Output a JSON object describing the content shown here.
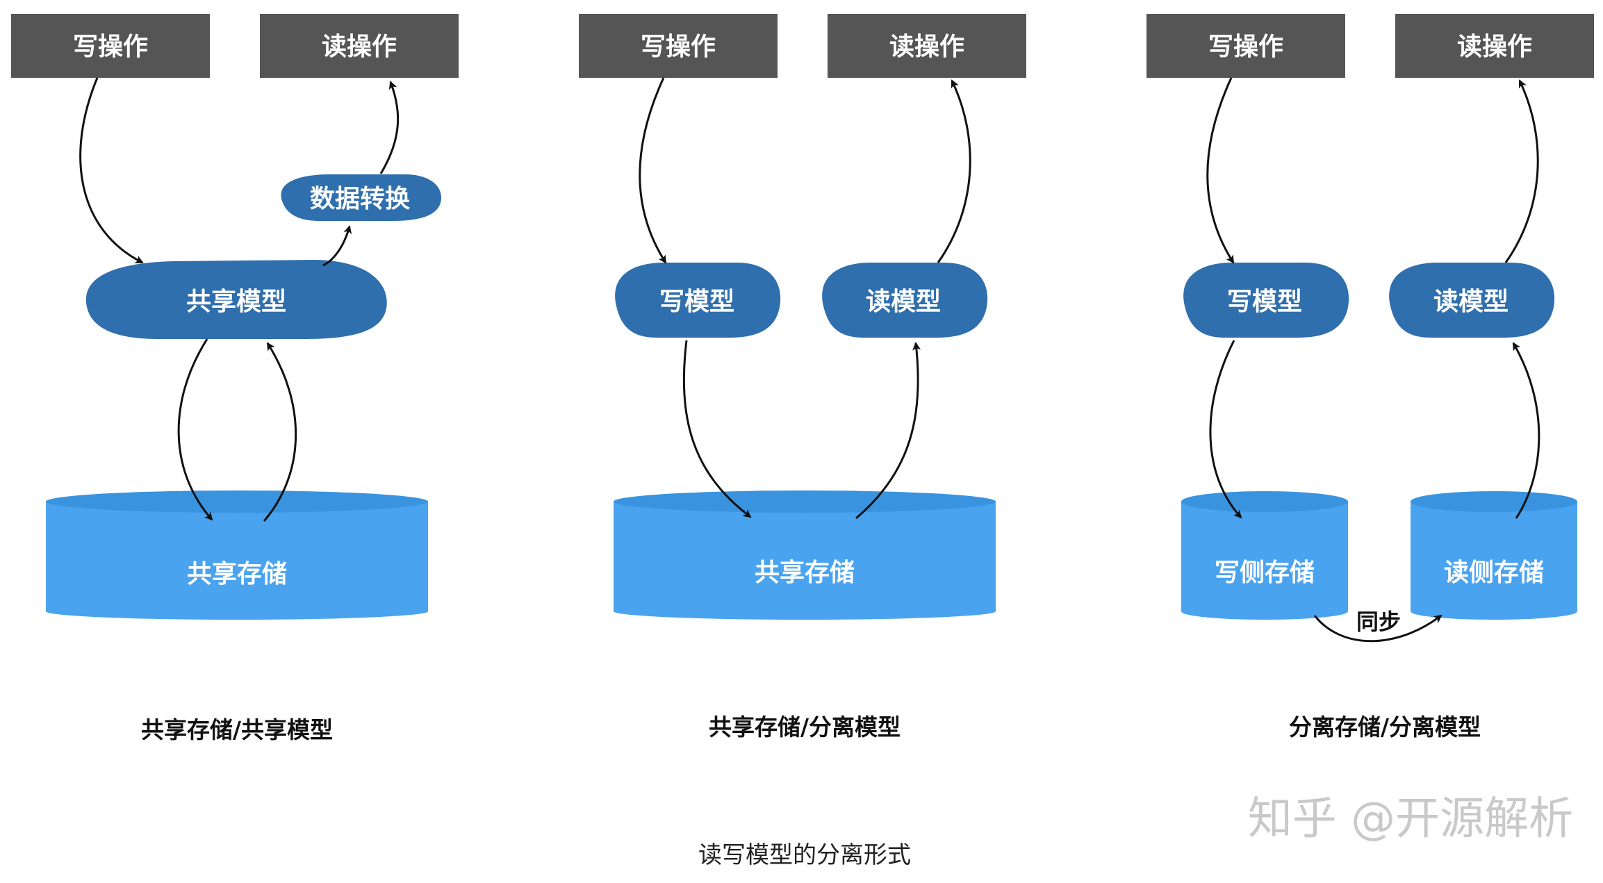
{
  "colors": {
    "op_box": "#555555",
    "model": "#2f6fae",
    "storage": "#4aa3ef",
    "storage_top": "#3a93df",
    "arrow": "#111111"
  },
  "panels": [
    {
      "write_op": "写操作",
      "read_op": "读操作",
      "transform": "数据转换",
      "model": "共享模型",
      "storage": "共享存储",
      "caption": "共享存储/共享模型"
    },
    {
      "write_op": "写操作",
      "read_op": "读操作",
      "write_model": "写模型",
      "read_model": "读模型",
      "storage": "共享存储",
      "caption": "共享存储/分离模型"
    },
    {
      "write_op": "写操作",
      "read_op": "读操作",
      "write_model": "写模型",
      "read_model": "读模型",
      "write_storage": "写侧存储",
      "read_storage": "读侧存储",
      "sync": "同步",
      "caption": "分离存储/分离模型"
    }
  ],
  "watermark": "知乎 @开源解析",
  "footer": "读写模型的分离形式"
}
